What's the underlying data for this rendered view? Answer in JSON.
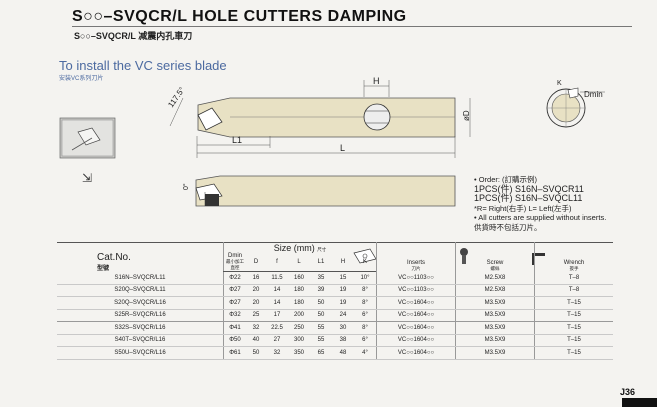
{
  "header": {
    "title": "S○○–SVQCR/L HOLE CUTTERS DAMPING",
    "subtitle": "S○○–SVQCR/L 减震内孔車刀"
  },
  "blade": {
    "heading": "To install the VC series blade",
    "heading_cn": "安装VC系列刀片"
  },
  "drawing": {
    "angle": "117.5°",
    "h": "H",
    "l1": "L1",
    "l": "L",
    "d": "øD",
    "k": "K",
    "dmin": "Dmin",
    "zero": "0°"
  },
  "notes": {
    "order": "• Order: (訂購示例)",
    "line1": "1PCS(件) S16N–SVQCR11",
    "line2": "1PCS(件) S16N–SVQCL11",
    "rl": "*R= Right(右手)   L= Left(左手)",
    "all": "• All cutters are supplied without inserts.",
    "all_cn": "供貨時不包括刀片。"
  },
  "table": {
    "catno": "Cat.No.",
    "catno_cn": "型號",
    "size_label": "Size (mm)",
    "size_cn": "尺寸",
    "dmin": "Dmin",
    "dmin_cn": "最小加工直徑",
    "cols": [
      "D",
      "f",
      "L",
      "L1",
      "H",
      "K"
    ],
    "inserts": "Inserts",
    "inserts_cn": "刀片",
    "screw": "Screw",
    "screw_cn": "螺絲",
    "wrench": "Wrench",
    "wrench_cn": "扳手",
    "rows": [
      {
        "cat": "S16N–SVQCR/L11",
        "dmin": "Φ22",
        "d": "16",
        "f": "11.5",
        "l": "160",
        "l1": "35",
        "h": "15",
        "k": "10°",
        "insert": "VC○○1103○○",
        "screw": "M2.5X8",
        "wrench": "T–8"
      },
      {
        "cat": "S20Q–SVQCR/L11",
        "dmin": "Φ27",
        "d": "20",
        "f": "14",
        "l": "180",
        "l1": "39",
        "h": "19",
        "k": "8°",
        "insert": "VC○○1103○○",
        "screw": "M2.5X8",
        "wrench": "T–8"
      },
      {
        "cat": "S20Q–SVQCR/L16",
        "dmin": "Φ27",
        "d": "20",
        "f": "14",
        "l": "180",
        "l1": "50",
        "h": "19",
        "k": "8°",
        "insert": "VC○○1604○○",
        "screw": "M3.5X9",
        "wrench": "T–15"
      },
      {
        "cat": "S25R–SVQCR/L16",
        "dmin": "Φ32",
        "d": "25",
        "f": "17",
        "l": "200",
        "l1": "50",
        "h": "24",
        "k": "6°",
        "insert": "VC○○1604○○",
        "screw": "M3.5X9",
        "wrench": "T–15"
      },
      {
        "cat": "S32S–SVQCR/L16",
        "dmin": "Φ41",
        "d": "32",
        "f": "22.5",
        "l": "250",
        "l1": "55",
        "h": "30",
        "k": "8°",
        "insert": "VC○○1604○○",
        "screw": "M3.5X9",
        "wrench": "T–15"
      },
      {
        "cat": "S40T–SVQCR/L16",
        "dmin": "Φ50",
        "d": "40",
        "f": "27",
        "l": "300",
        "l1": "55",
        "h": "38",
        "k": "6°",
        "insert": "VC○○1604○○",
        "screw": "M3.5X9",
        "wrench": "T–15"
      },
      {
        "cat": "S50U–SVQCR/L16",
        "dmin": "Φ61",
        "d": "50",
        "f": "32",
        "l": "350",
        "l1": "65",
        "h": "48",
        "k": "4°",
        "insert": "VC○○1604○○",
        "screw": "M3.5X9",
        "wrench": "T–15"
      }
    ]
  },
  "page": "J36"
}
